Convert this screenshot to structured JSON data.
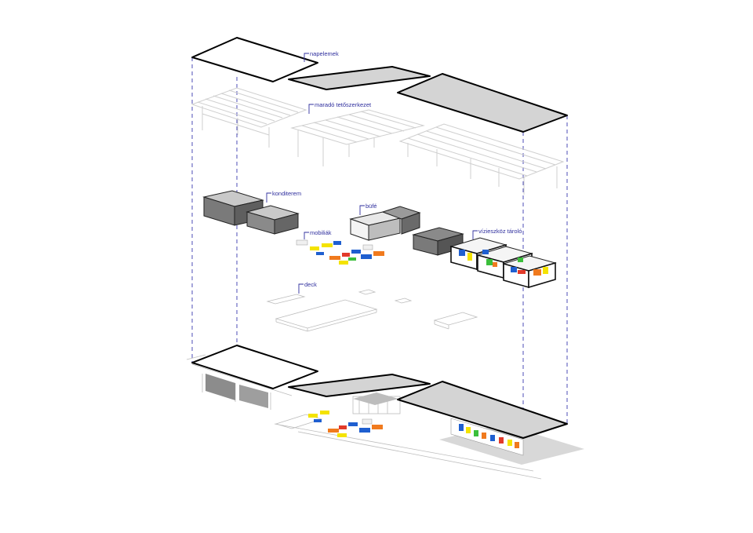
{
  "labels": {
    "napelemek": "napelemek",
    "roof_structure": "maradó tetőszerkezet",
    "gym": "konditerem",
    "buffet": "büfé",
    "furniture": "mobiliák",
    "storage": "vízieszköz tároló",
    "deck": "deck"
  },
  "colors": {
    "label": "#2f2f9e",
    "roof_white": "#ffffff",
    "roof_grey": "#d4d4d4",
    "box_dark": "#7a7a7a",
    "box_mid": "#9a9a9a",
    "ghost": "#cfcfcf",
    "accent_yellow": "#f4e300",
    "accent_orange": "#f07a1e",
    "accent_blue": "#1f5fd0",
    "accent_red": "#e23a2a",
    "accent_green": "#3bbf3b"
  }
}
